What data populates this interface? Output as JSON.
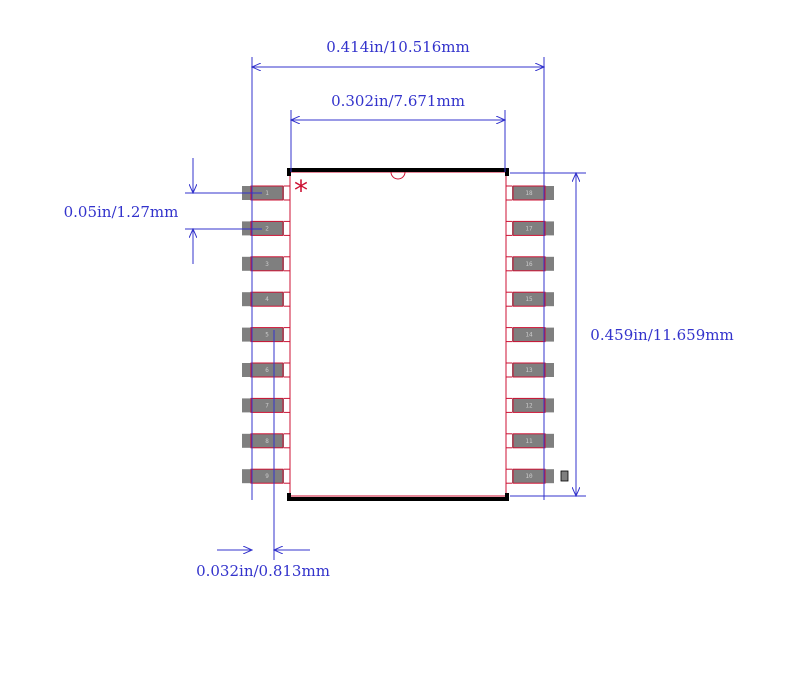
{
  "colors": {
    "dimension": "#3333cc",
    "outline": "#000000",
    "pad_fill": "#7f7f7f",
    "pad_outline": "#cc1133",
    "pin_text": "#cccccc",
    "pin1_marker": "#cc1133"
  },
  "dimensions": {
    "overall_width": "0.414in/10.516mm",
    "body_width": "0.302in/7.671mm",
    "pitch": "0.05in/1.27mm",
    "body_height": "0.459in/11.659mm",
    "pad_width": "0.032in/0.813mm"
  },
  "pin1_marker": "*",
  "pins_left": [
    "1",
    "2",
    "3",
    "4",
    "5",
    "6",
    "7",
    "8",
    "9"
  ],
  "pins_right": [
    "18",
    "17",
    "16",
    "15",
    "14",
    "13",
    "12",
    "11",
    "10"
  ]
}
